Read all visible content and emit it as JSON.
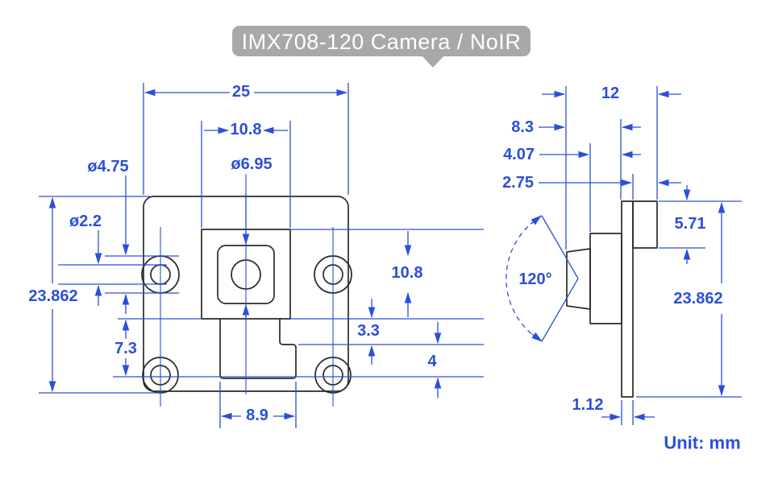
{
  "title": {
    "text": "IMX708-120 Camera / NoIR"
  },
  "unit": {
    "label": "Unit: mm"
  },
  "front_view": {
    "dims": {
      "board_width": "25",
      "lens_square_width": "10.8",
      "hole_outer_dia": "ø4.75",
      "hole_inner_dia": "ø2.2",
      "lens_dia": "ø6.95",
      "board_height": "23.862",
      "sensor_height": "10.8",
      "step_height": "3.3",
      "flex_offset": "7.3",
      "hole_edge_offset": "4",
      "flex_width": "8.9"
    }
  },
  "side_view": {
    "dims": {
      "total_depth": "12",
      "lens_front_depth": "8.3",
      "holder_depth": "4.07",
      "connector_depth": "2.75",
      "connector_height": "5.71",
      "board_height": "23.862",
      "pcb_thickness": "1.12",
      "fov_angle": "120°"
    }
  },
  "colors": {
    "dimension_blue": "#2b4fd9",
    "outline_black": "#2a2a2a",
    "banner_gray": "#a8a8a8",
    "banner_text": "#ffffff",
    "background": "#ffffff"
  }
}
